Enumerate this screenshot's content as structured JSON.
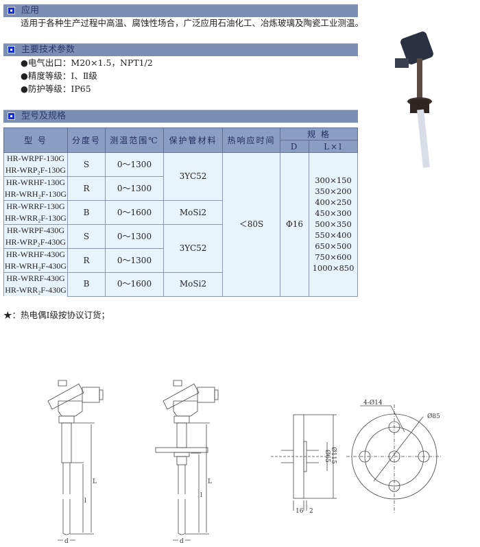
{
  "sections": {
    "application": {
      "title": "应用",
      "text": "适用于各种生产过程中高温、腐蚀性场合，广泛应用石油化工、冶炼玻璃及陶瓷工业测温。"
    },
    "params": {
      "title": "主要技术参数",
      "items": [
        "●电气出口：M20×1.5，NPT1/2",
        "●精度等级：Ⅰ、Ⅱ级",
        "●防护等级：IP65"
      ]
    },
    "models": {
      "title": "型号及规格"
    }
  },
  "table": {
    "headers": {
      "model": "型 号",
      "grade": "分度号",
      "range": "测温范围℃",
      "material": "保护管材料",
      "time": "热响应时间",
      "spec": "规 格",
      "d": "D",
      "lxi": "L×l"
    },
    "models": [
      "HR-WRPF-130G",
      "HR-WRP₂F-130G",
      "HR-WRHF-130G",
      "HR-WRH₂F-130G",
      "HR-WRRF-130G",
      "HR-WRR₂F-130G",
      "HR-WRPF-430G",
      "HR-WRP₂F-430G",
      "HR-WRHF-430G",
      "HR-WRH₂F-430G",
      "HR-WRRF-430G",
      "HR-WRR₂F-430G"
    ],
    "grades": [
      "S",
      "R",
      "B",
      "S",
      "R",
      "B"
    ],
    "ranges": [
      "0～1300",
      "0～1300",
      "0～1600",
      "0～1300",
      "0～1300",
      "0～1600"
    ],
    "materials": [
      "3YC52",
      "MoSi2",
      "3YC52",
      "MoSi2"
    ],
    "time": "＜80S",
    "d": "Φ16",
    "lxi": [
      "300×150",
      "350×200",
      "400×250",
      "450×300",
      "500×350",
      "550×400",
      "650×500",
      "750×600",
      "1000×850"
    ]
  },
  "footnote": "★：热电偶Ⅰ级按协议订货；",
  "drawing": {
    "L": "L",
    "l": "l",
    "d": "d",
    "holes": "4-Ø14",
    "pcd": "Ø85",
    "od": "Ø115",
    "boss": "Ø65",
    "thick": "16",
    "gap": "2"
  }
}
